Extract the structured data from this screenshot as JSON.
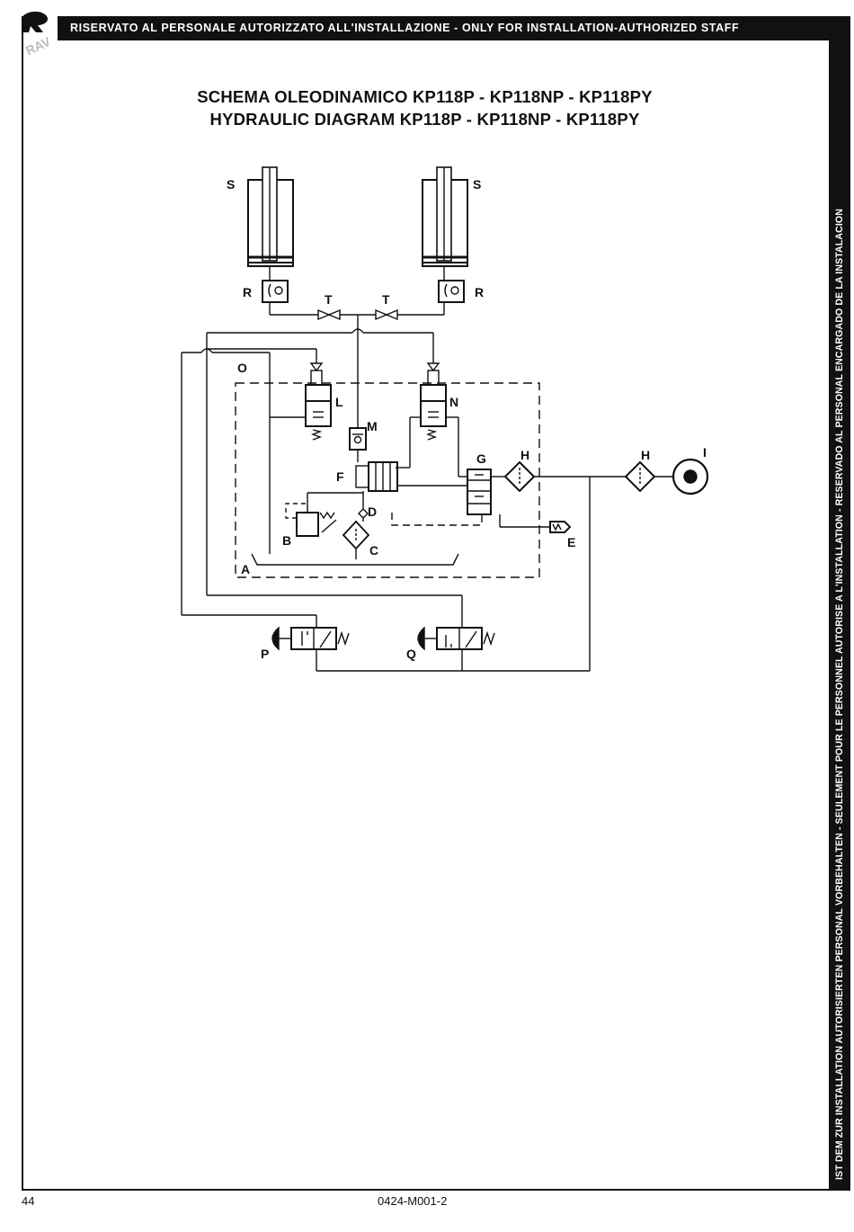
{
  "header": {
    "top_banner": "RISERVATO AL PERSONALE AUTORIZZATO ALL'INSTALLAZIONE - ONLY FOR INSTALLATION-AUTHORIZED STAFF",
    "side_banner": "IST DEM ZUR INSTALLATION AUTORISIERTEN PERSONAL VORBEHALTEN - SEULEMENT POUR LE PERSONNEL AUTORISE A L'INSTALLATION - RESERVADO AL PERSONAL ENCARGADO DE LA INSTALACION",
    "logo_text": "RAV"
  },
  "title": {
    "line1": "SCHEMA OLEODINAMICO KP118P - KP118NP - KP118PY",
    "line2": "HYDRAULIC DIAGRAM KP118P - KP118NP - KP118PY"
  },
  "diagram": {
    "labels": {
      "s_left": "S",
      "s_right": "S",
      "r_left": "R",
      "r_right": "R",
      "t_left": "T",
      "t_right": "T",
      "o": "O",
      "l": "L",
      "n": "N",
      "m": "M",
      "f": "F",
      "g": "G",
      "h_left": "H",
      "h_right": "H",
      "i": "I",
      "d": "D",
      "b": "B",
      "c": "C",
      "e": "E",
      "a": "A",
      "p": "P",
      "q": "Q"
    }
  },
  "footer": {
    "page_number": "44",
    "doc_code": "0424-M001-2"
  }
}
